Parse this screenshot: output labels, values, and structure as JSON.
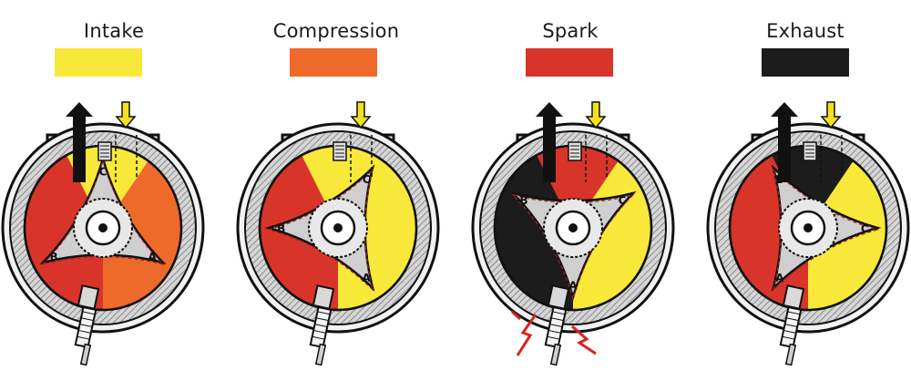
{
  "stages": [
    {
      "key": "intake",
      "label": "Intake",
      "color": "#f8e83a"
    },
    {
      "key": "compression",
      "label": "Compression",
      "color": "#ee6a2a"
    },
    {
      "key": "spark",
      "label": "Spark",
      "color": "#d9342a"
    },
    {
      "key": "exhaust",
      "label": "Exhaust",
      "color": "#1c1c1c"
    }
  ],
  "rotor_labels": [
    "A",
    "B",
    "C"
  ],
  "colors": {
    "housing": "#f2f2f2",
    "outline": "#111111",
    "hatch": "#8a8a8a",
    "rotor": "#cfcfcf",
    "intake_arrow": "#f5e020",
    "spark_bolt": "#d8241f",
    "seal_line": "#a0281e"
  }
}
